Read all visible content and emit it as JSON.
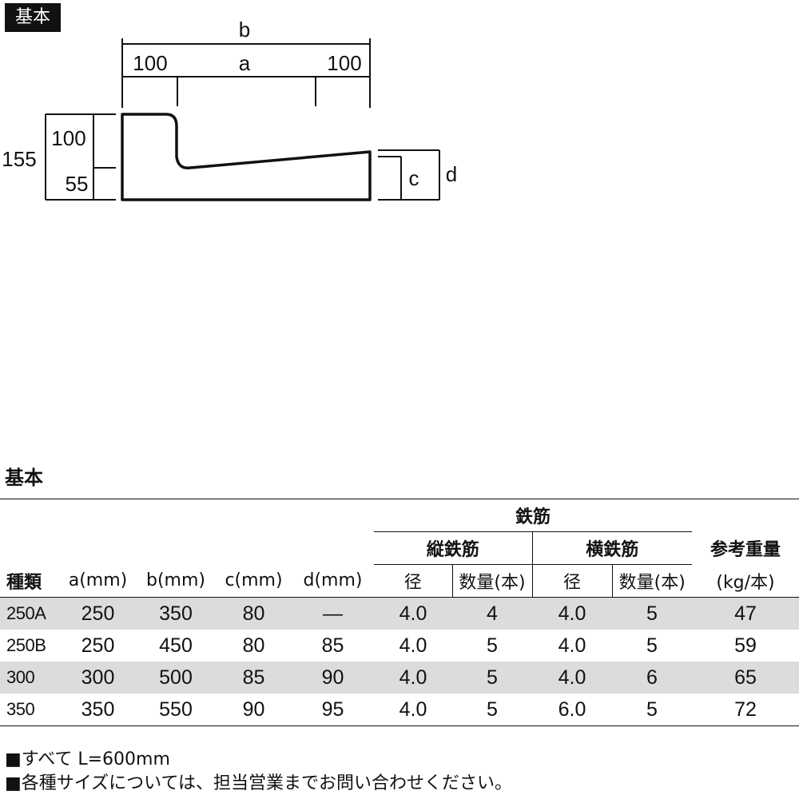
{
  "drawing": {
    "tag": "基本",
    "dims": {
      "b": "b",
      "a": "a",
      "left_100": "100",
      "right_100": "100",
      "h_155": "155",
      "h_100": "100",
      "h_55": "55",
      "c": "c",
      "d": "d"
    }
  },
  "section_title": "基本",
  "table": {
    "group_rebar": "鉄筋",
    "group_vertical": "縦鉄筋",
    "group_horizontal": "横鉄筋",
    "weight_head": "参考重量",
    "col_type": "種類",
    "col_a": "a(mm)",
    "col_b": "b(mm)",
    "col_c": "c(mm)",
    "col_d": "d(mm)",
    "col_v_dia": "径",
    "col_v_qty": "数量(本)",
    "col_h_dia": "径",
    "col_h_qty": "数量(本)",
    "col_weight_unit": "(kg/本)",
    "rows": [
      {
        "type": "250A",
        "a": "250",
        "b": "350",
        "c": "80",
        "d": "—",
        "v_dia": "4.0",
        "v_qty": "4",
        "h_dia": "4.0",
        "h_qty": "5",
        "weight": "47"
      },
      {
        "type": "250B",
        "a": "250",
        "b": "450",
        "c": "80",
        "d": "85",
        "v_dia": "4.0",
        "v_qty": "5",
        "h_dia": "4.0",
        "h_qty": "5",
        "weight": "59"
      },
      {
        "type": "300",
        "a": "300",
        "b": "500",
        "c": "85",
        "d": "90",
        "v_dia": "4.0",
        "v_qty": "5",
        "h_dia": "4.0",
        "h_qty": "6",
        "weight": "65"
      },
      {
        "type": "350",
        "a": "350",
        "b": "550",
        "c": "90",
        "d": "95",
        "v_dia": "4.0",
        "v_qty": "5",
        "h_dia": "6.0",
        "h_qty": "5",
        "weight": "72"
      }
    ]
  },
  "notes": [
    "■すべて L=600mm",
    "■各種サイズについては、担当営業までお問い合わせください。"
  ]
}
